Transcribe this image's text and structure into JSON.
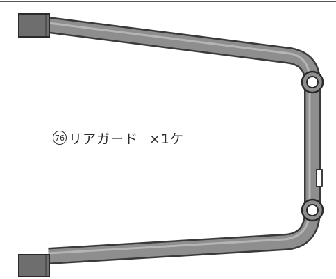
{
  "part": {
    "number": "76",
    "name": "リアガード",
    "quantity": "×1ケ"
  },
  "colors": {
    "outline": "#3a3a3a",
    "tube_fill": "#8e8e8e",
    "cap_fill": "#6e6e6e",
    "background": "#ffffff"
  }
}
